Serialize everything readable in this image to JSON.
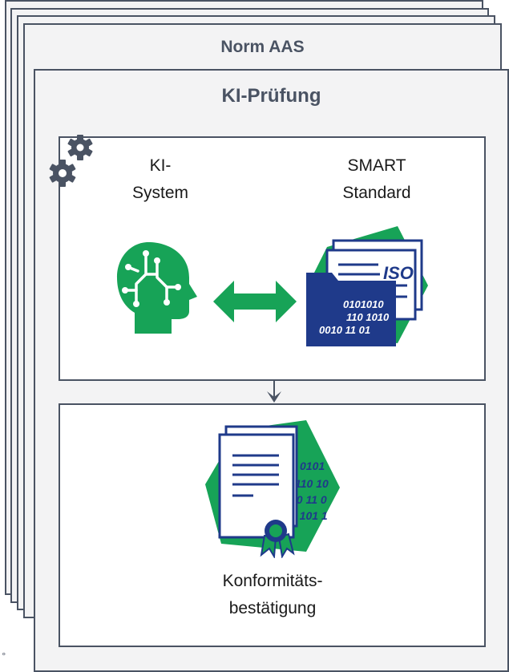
{
  "stack": {
    "norm_title": "Norm AAS",
    "pruefung_title": "KI-Prüfung"
  },
  "top_panel": {
    "ki_system": [
      "KI-",
      "System"
    ],
    "smart_standard": [
      "SMART",
      "Standard"
    ],
    "iso_label": "ISO",
    "binary_lines": [
      "0101010",
      "110 1010",
      "0010 11 01"
    ]
  },
  "bottom_panel": {
    "binary_lines": [
      "0101",
      "110 10",
      "10 11 0",
      "0 101 1"
    ],
    "label": [
      "Konformitäts-",
      "bestätigung"
    ]
  },
  "footnote": "°",
  "colors": {
    "green": "#17a357",
    "navy": "#1f3a8a",
    "gray": "#4a5363",
    "sheet": "#f3f3f4"
  }
}
